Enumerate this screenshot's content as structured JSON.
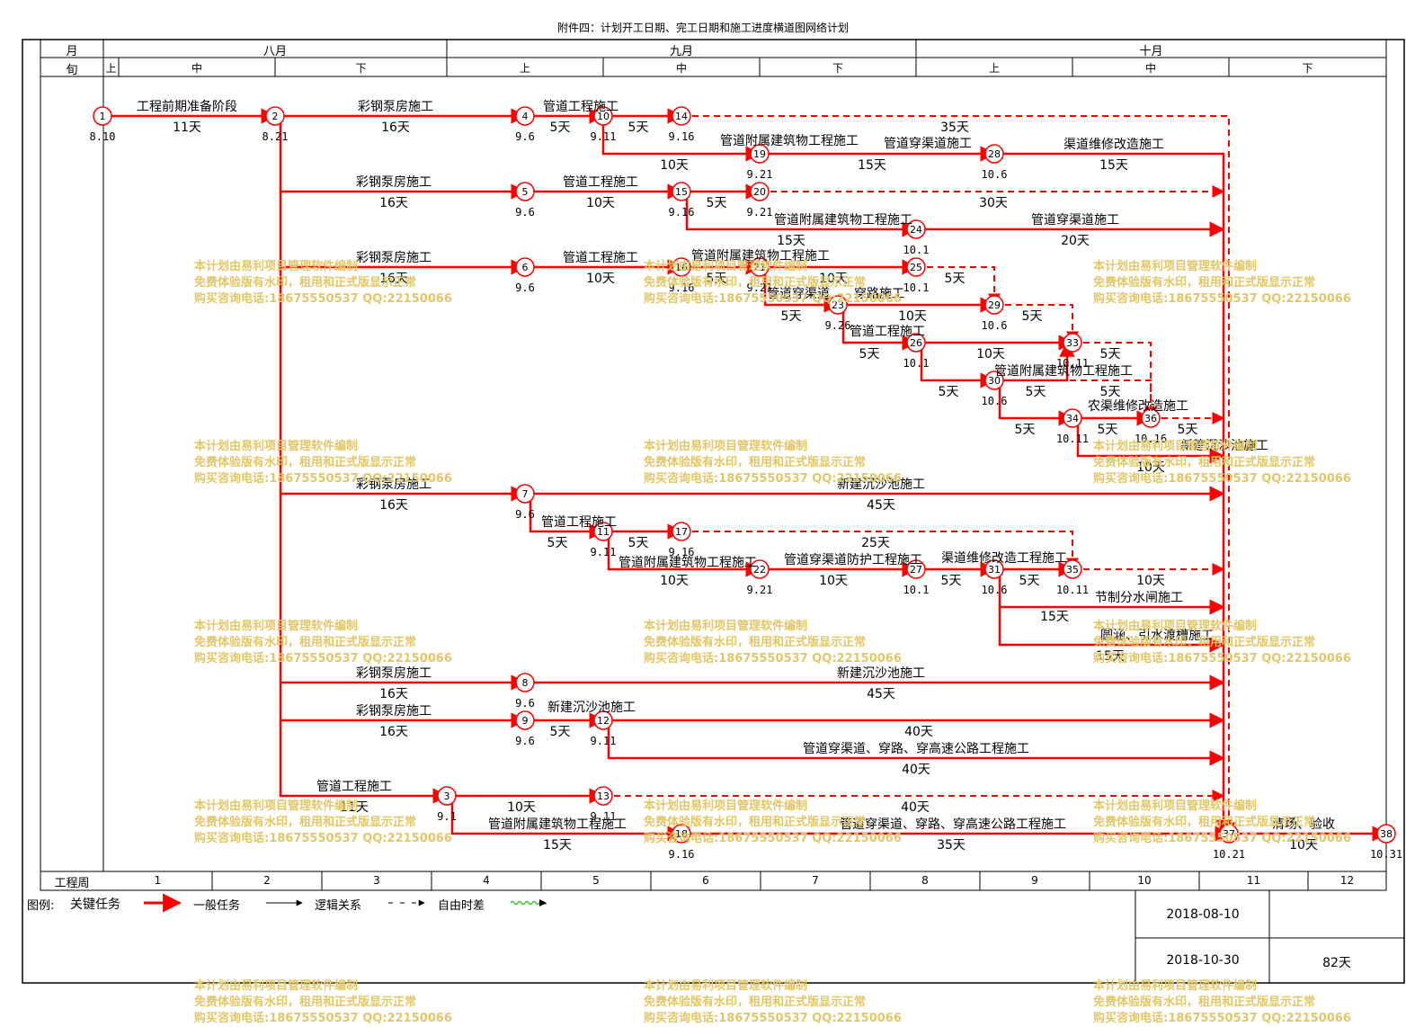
{
  "title": "附件四：计划开工日期、完工日期和施工进度横道图网络计划",
  "header": {
    "month_label": "月",
    "xun_label": "旬",
    "months": [
      "八月",
      "九月",
      "十月"
    ],
    "xun": [
      "上",
      "中",
      "下",
      "上",
      "中",
      "下",
      "上",
      "中",
      "下"
    ],
    "week_label": "工程周",
    "weeks": [
      "1",
      "2",
      "3",
      "4",
      "5",
      "6",
      "7",
      "8",
      "9",
      "10",
      "11",
      "12"
    ]
  },
  "legend": {
    "label": "图例:",
    "critical": "关键任务",
    "general": "一般任务",
    "logic": "逻辑关系",
    "free_float": "自由时差"
  },
  "info": {
    "start_date": "2018-08-10",
    "end_date": "2018-10-30",
    "duration": "82天"
  },
  "watermark": [
    "本计划由易利项目管理软件编制",
    "免费体验版有水印，租用和正式版显示正常",
    "购买咨询电话:18675550537 QQ:22150066"
  ],
  "nodes": [
    {
      "id": "1",
      "date": "8.10"
    },
    {
      "id": "2",
      "date": "8.21"
    },
    {
      "id": "3",
      "date": "9.1"
    },
    {
      "id": "4",
      "date": "9.6"
    },
    {
      "id": "5",
      "date": "9.6"
    },
    {
      "id": "6",
      "date": "9.6"
    },
    {
      "id": "7",
      "date": "9.6"
    },
    {
      "id": "8",
      "date": "9.6"
    },
    {
      "id": "9",
      "date": "9.6"
    },
    {
      "id": "10",
      "date": "9.11"
    },
    {
      "id": "11",
      "date": "9.11"
    },
    {
      "id": "12",
      "date": "9.11"
    },
    {
      "id": "13",
      "date": "9.11"
    },
    {
      "id": "14",
      "date": "9.16"
    },
    {
      "id": "15",
      "date": "9.16"
    },
    {
      "id": "16",
      "date": "9.16"
    },
    {
      "id": "17",
      "date": "9.16"
    },
    {
      "id": "18",
      "date": "9.16"
    },
    {
      "id": "19",
      "date": "9.21"
    },
    {
      "id": "20",
      "date": "9.21"
    },
    {
      "id": "21",
      "date": "9.21"
    },
    {
      "id": "22",
      "date": "9.21"
    },
    {
      "id": "23",
      "date": "9.26"
    },
    {
      "id": "24",
      "date": "10.1"
    },
    {
      "id": "25",
      "date": "10.1"
    },
    {
      "id": "26",
      "date": "10.1"
    },
    {
      "id": "27",
      "date": "10.1"
    },
    {
      "id": "28",
      "date": "10.6"
    },
    {
      "id": "29",
      "date": "10.6"
    },
    {
      "id": "30",
      "date": "10.6"
    },
    {
      "id": "31",
      "date": "10.6"
    },
    {
      "id": "33",
      "date": "10.11"
    },
    {
      "id": "34",
      "date": "10.11"
    },
    {
      "id": "35",
      "date": "10.11"
    },
    {
      "id": "36",
      "date": "10.16"
    },
    {
      "id": "37",
      "date": "10.21"
    },
    {
      "id": "38",
      "date": "10.31"
    }
  ],
  "tasks": [
    {
      "name": "工程前期准备阶段",
      "dur": "11天"
    },
    {
      "name": "彩钢泵房施工",
      "dur": "16天"
    },
    {
      "name": "管道工程施工",
      "dur": "5天"
    },
    {
      "name": "",
      "dur": "5天"
    },
    {
      "name": "",
      "dur": "35天"
    },
    {
      "name": "管道附属建筑物工程施工",
      "dur": "10天"
    },
    {
      "name": "管道穿渠道施工",
      "dur": "15天"
    },
    {
      "name": "渠道维修改造施工",
      "dur": "15天"
    },
    {
      "name": "彩钢泵房施工",
      "dur": "16天"
    },
    {
      "name": "管道工程施工",
      "dur": "10天"
    },
    {
      "name": "",
      "dur": "5天"
    },
    {
      "name": "",
      "dur": "30天"
    },
    {
      "name": "管道附属建筑物工程施工",
      "dur": "15天"
    },
    {
      "name": "管道穿渠道施工",
      "dur": "20天"
    },
    {
      "name": "彩钢泵房施工",
      "dur": "16天"
    },
    {
      "name": "管道工程施工",
      "dur": "10天"
    },
    {
      "name": "管道附属建筑物工程施工",
      "dur": "5天"
    },
    {
      "name": "",
      "dur": "10天"
    },
    {
      "name": "",
      "dur": "5天"
    },
    {
      "name": "管道穿渠道",
      "dur": "5天"
    },
    {
      "name": "穿路施工",
      "dur": "10天"
    },
    {
      "name": "",
      "dur": "5天"
    },
    {
      "name": "管道工程施工",
      "dur": "5天"
    },
    {
      "name": "",
      "dur": "10天"
    },
    {
      "name": "",
      "dur": "5天"
    },
    {
      "name": "管道附属建筑物工程施工",
      "dur": "5天"
    },
    {
      "name": "",
      "dur": "5天"
    },
    {
      "name": "",
      "dur": "5天"
    },
    {
      "name": "",
      "dur": "5天"
    },
    {
      "name": "农渠维修改造施工",
      "dur": "5天"
    },
    {
      "name": "",
      "dur": "5天"
    },
    {
      "name": "新建沉沙池施工",
      "dur": "10天"
    },
    {
      "name": "彩钢泵房施工",
      "dur": "16天"
    },
    {
      "name": "新建沉沙池施工",
      "dur": "45天"
    },
    {
      "name": "管道工程施工",
      "dur": "5天"
    },
    {
      "name": "",
      "dur": "5天"
    },
    {
      "name": "",
      "dur": "25天"
    },
    {
      "name": "管道附属建筑物工程施工",
      "dur": "10天"
    },
    {
      "name": "管道穿渠道防护工程施工",
      "dur": "10天"
    },
    {
      "name": "渠道维修改造工程施工",
      "dur": "5天"
    },
    {
      "name": "",
      "dur": "5天"
    },
    {
      "name": "",
      "dur": "10天"
    },
    {
      "name": "节制分水闸施工",
      "dur": "15天"
    },
    {
      "name": "圆涵、引水渡槽施工",
      "dur": "15天"
    },
    {
      "name": "彩钢泵房施工",
      "dur": "16天"
    },
    {
      "name": "新建沉沙池施工",
      "dur": "45天"
    },
    {
      "name": "彩钢泵房施工",
      "dur": "16天"
    },
    {
      "name": "新建沉沙池施工",
      "dur": "5天"
    },
    {
      "name": "",
      "dur": "40天"
    },
    {
      "name": "管道穿渠道、穿路、穿高速公路工程施工",
      "dur": "40天"
    },
    {
      "name": "管道工程施工",
      "dur": "11天"
    },
    {
      "name": "",
      "dur": "10天"
    },
    {
      "name": "",
      "dur": "40天"
    },
    {
      "name": "管道附属建筑物工程施工",
      "dur": "15天"
    },
    {
      "name": "管道穿渠道、穿路、穿高速公路工程施工",
      "dur": "35天"
    },
    {
      "name": "清场、验收",
      "dur": "10天"
    }
  ],
  "colors": {
    "critical": "#ff0000",
    "general": "#000000",
    "watermark": "#e3c766",
    "free_float": "#33cc33"
  }
}
